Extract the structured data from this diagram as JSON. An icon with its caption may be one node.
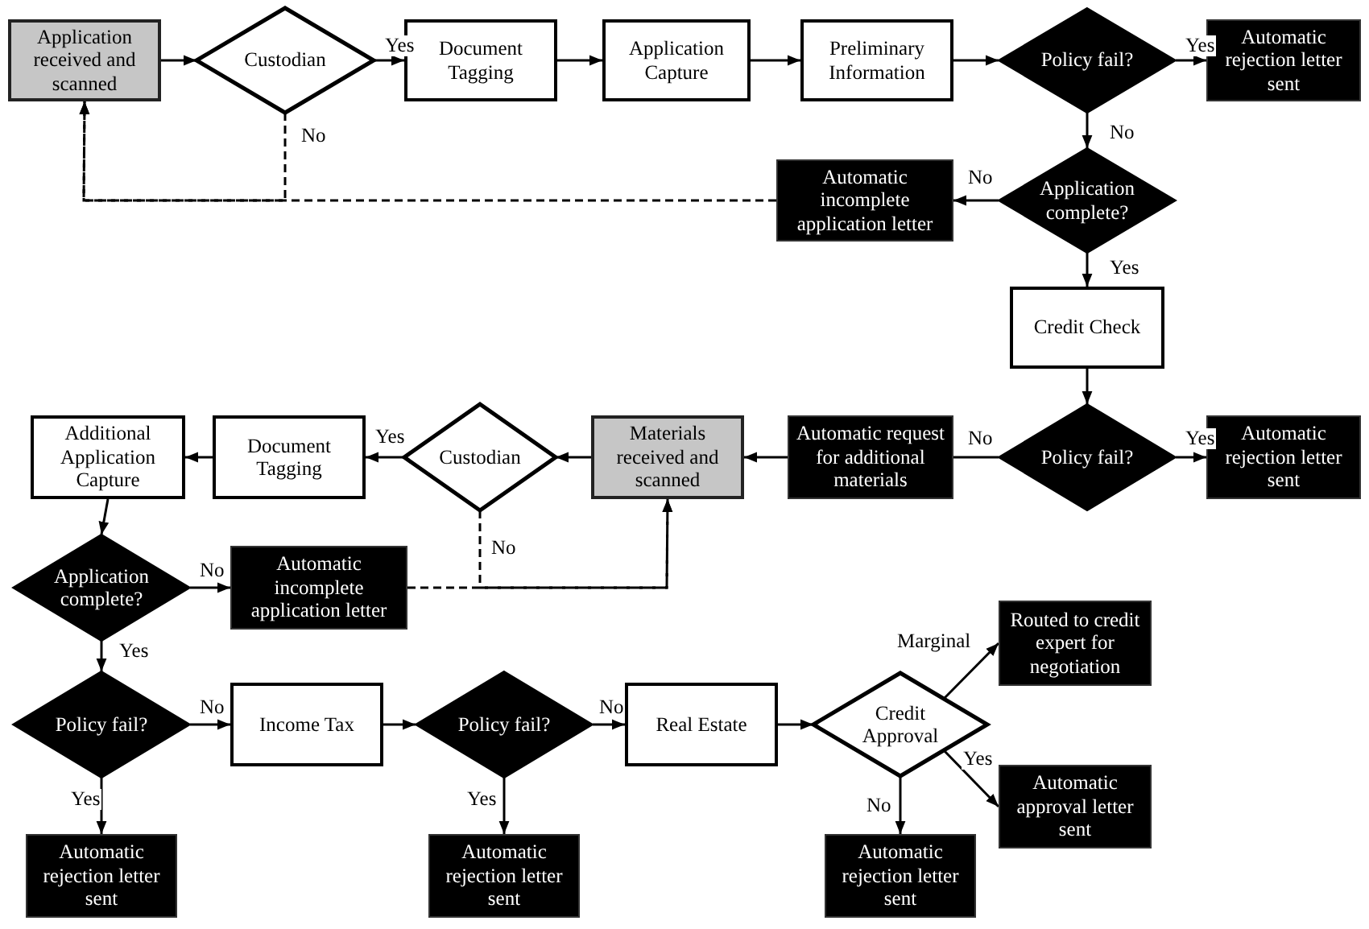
{
  "diagram": {
    "nodes": [
      {
        "text": [
          "Application received and scanned"
        ]
      },
      {
        "text": [
          "Custodian"
        ]
      },
      {
        "text": [
          "Document Tagging"
        ]
      },
      {
        "text": [
          "Application Capture"
        ]
      },
      {
        "text": [
          "Preliminary Information"
        ]
      },
      {
        "text": [
          "Policy fail?"
        ]
      },
      {
        "text": [
          "Automatic rejection letter sent"
        ]
      },
      {
        "text": [
          "Application complete?"
        ]
      },
      {
        "text": [
          "Automatic incomplete application letter"
        ]
      },
      {
        "text": [
          "Credit Check"
        ]
      },
      {
        "text": [
          "Policy fail?"
        ]
      },
      {
        "text": [
          "Automatic rejection letter sent"
        ]
      },
      {
        "text": [
          "Automatic request for additional materials"
        ]
      },
      {
        "text": [
          "Materials received and scanned"
        ]
      },
      {
        "text": [
          "Custodian"
        ]
      },
      {
        "text": [
          "Document Tagging"
        ]
      },
      {
        "text": [
          "Additional Application Capture"
        ]
      },
      {
        "text": [
          "Application complete?"
        ]
      },
      {
        "text": [
          "Automatic incomplete application letter"
        ]
      },
      {
        "text": [
          "Policy fail?"
        ]
      },
      {
        "text": [
          "Income Tax"
        ]
      },
      {
        "text": [
          "Policy fail?"
        ]
      },
      {
        "text": [
          "Real Estate"
        ]
      },
      {
        "text": [
          "Credit Approval"
        ]
      },
      {
        "text": [
          "Routed to credit expert for negotiation"
        ]
      },
      {
        "text": [
          "Automatic approval letter sent"
        ]
      },
      {
        "text": [
          "Automatic rejection letter sent"
        ]
      },
      {
        "text": [
          "Automatic rejection letter sent"
        ]
      },
      {
        "text": [
          "Automatic rejection letter sent"
        ]
      }
    ],
    "edges": [
      {
        "from": 0,
        "to": 1,
        "arrow": "to"
      },
      {
        "from": 1,
        "to": 2,
        "arrow": "to",
        "label": "Yes"
      },
      {
        "from": 2,
        "to": 3,
        "arrow": "to"
      },
      {
        "from": 3,
        "to": 4,
        "arrow": "to"
      },
      {
        "from": 4,
        "to": 5,
        "arrow": "to"
      },
      {
        "from": 5,
        "to": 6,
        "arrow": "to",
        "label": "Yes"
      },
      {
        "from": 5,
        "to": 7,
        "arrow": "to",
        "label": "No"
      },
      {
        "from": 7,
        "to": 8,
        "arrow": "to",
        "label": "No"
      },
      {
        "from": 8,
        "to": 0,
        "arrow": "to",
        "style": "dashed"
      },
      {
        "from": 1,
        "to": 0,
        "arrow": "to",
        "style": "dashed",
        "label": "No"
      },
      {
        "from": 7,
        "to": 9,
        "arrow": "to",
        "label": "Yes"
      },
      {
        "from": 9,
        "to": 10,
        "arrow": "to"
      },
      {
        "from": 10,
        "to": 11,
        "arrow": "to",
        "label": "Yes"
      },
      {
        "from": 10,
        "to": 12,
        "arrow": "none",
        "label": "No"
      },
      {
        "from": 12,
        "to": 13,
        "arrow": "to"
      },
      {
        "from": 13,
        "to": 14,
        "arrow": "to"
      },
      {
        "from": 14,
        "to": 15,
        "arrow": "to",
        "label": "Yes"
      },
      {
        "from": 15,
        "to": 16,
        "arrow": "to"
      },
      {
        "from": 16,
        "to": 17,
        "arrow": "to"
      },
      {
        "from": 17,
        "to": 18,
        "arrow": "to",
        "label": "No"
      },
      {
        "from": 18,
        "to": 13,
        "arrow": "to",
        "style": "dashed"
      },
      {
        "from": 14,
        "to": 13,
        "arrow": "to",
        "style": "dashed",
        "label": "No"
      },
      {
        "from": 17,
        "to": 19,
        "arrow": "to",
        "label": "Yes"
      },
      {
        "from": 19,
        "to": 20,
        "arrow": "to",
        "label": "No"
      },
      {
        "from": 19,
        "to": 28,
        "arrow": "to",
        "label": "Yes"
      },
      {
        "from": 20,
        "to": 21,
        "arrow": "to"
      },
      {
        "from": 21,
        "to": 22,
        "arrow": "to",
        "label": "No"
      },
      {
        "from": 21,
        "to": 27,
        "arrow": "to",
        "label": "Yes"
      },
      {
        "from": 22,
        "to": 23,
        "arrow": "to"
      },
      {
        "from": 23,
        "to": 24,
        "arrow": "to",
        "label": "Marginal"
      },
      {
        "from": 23,
        "to": 25,
        "arrow": "to",
        "label": "Yes"
      },
      {
        "from": 23,
        "to": 26,
        "arrow": "to",
        "label": "No"
      }
    ]
  }
}
